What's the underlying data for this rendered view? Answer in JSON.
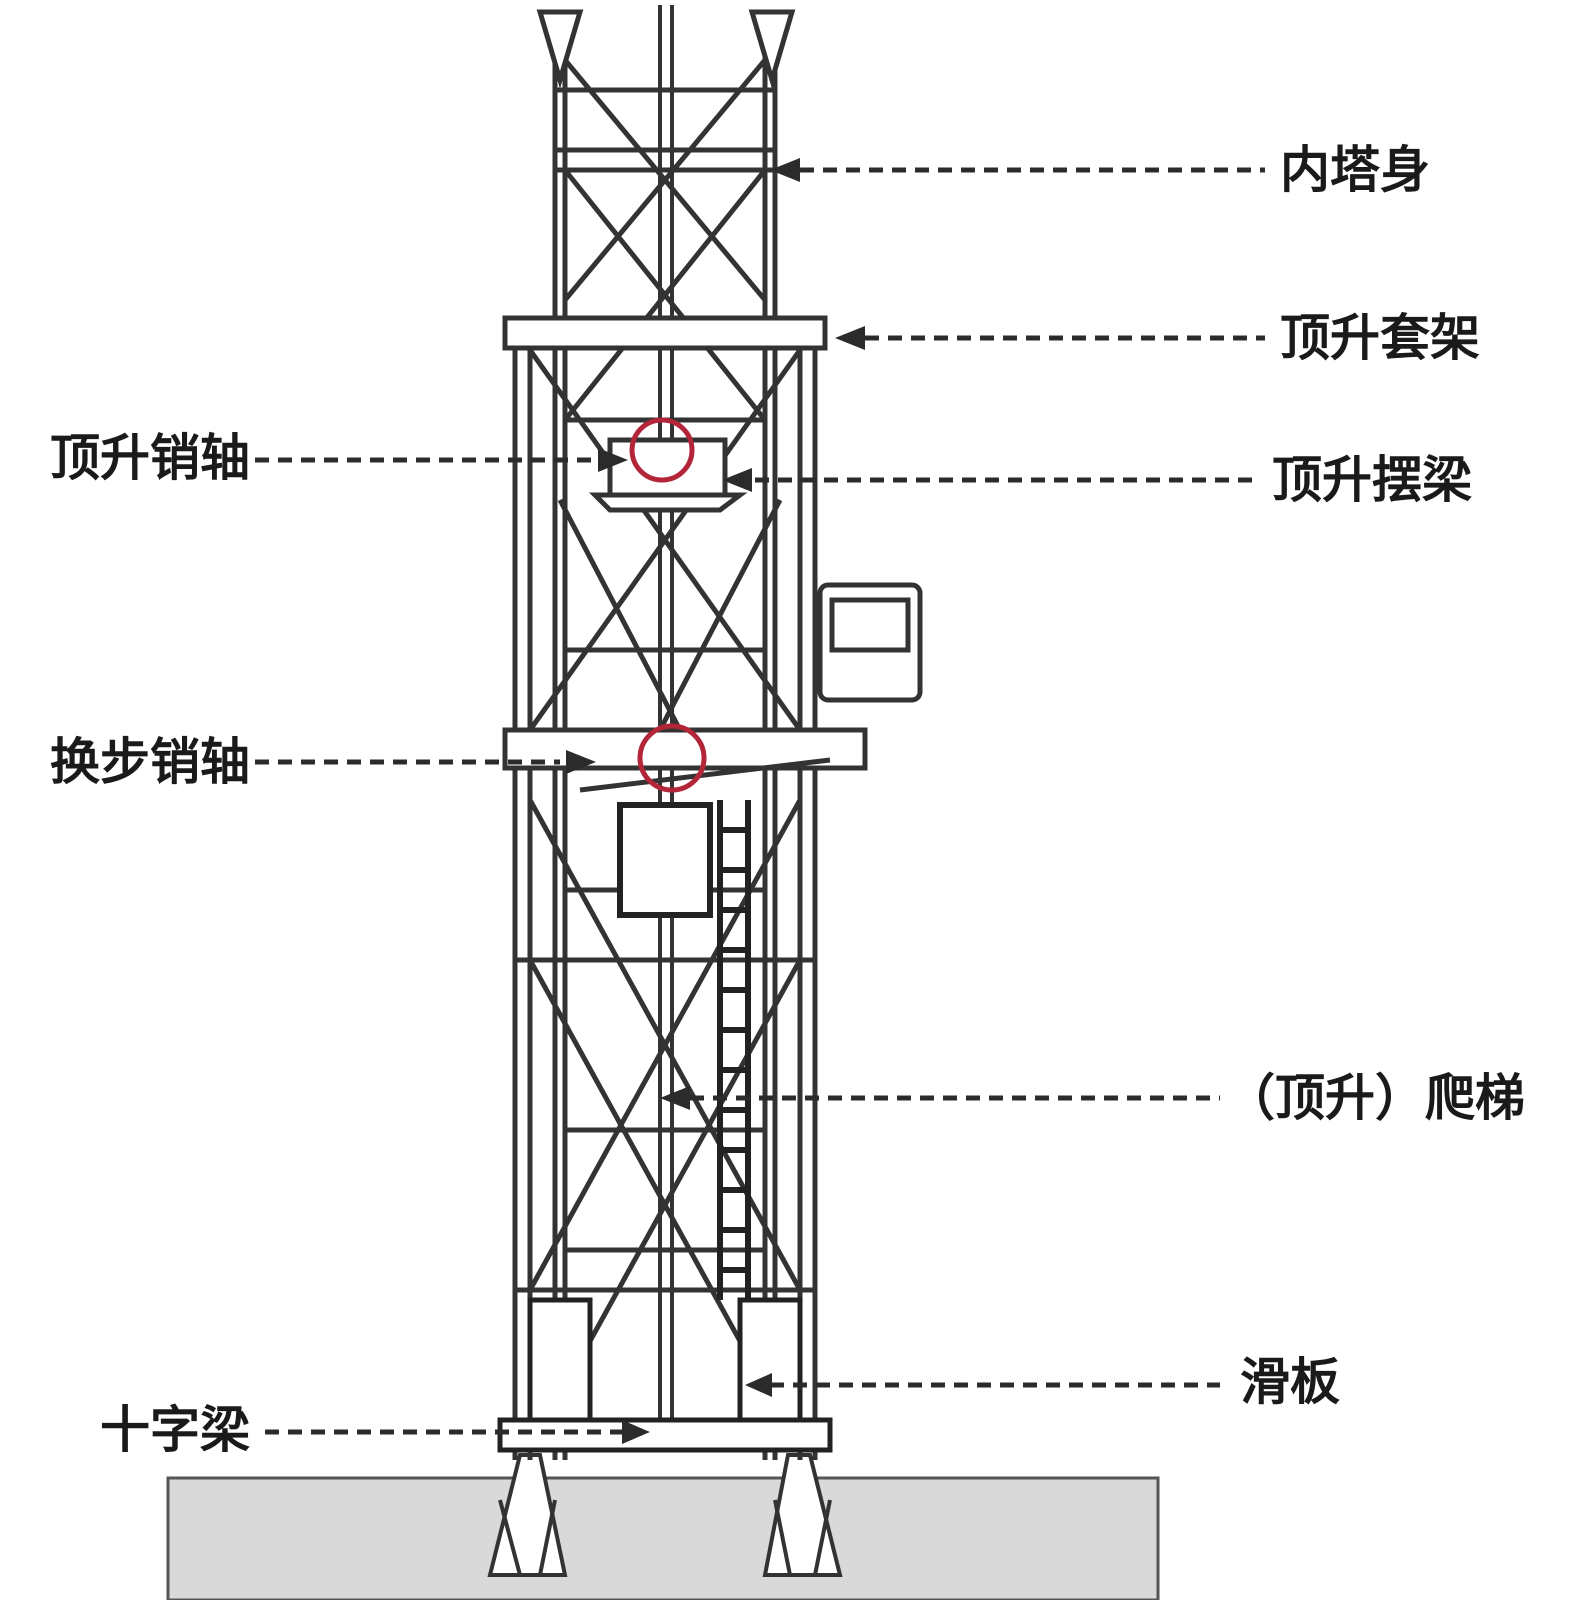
{
  "labels": {
    "inner_tower": "内塔身",
    "climbing_frame": "顶升套架",
    "jacking_pin": "顶升销轴",
    "jacking_beam": "顶升摆梁",
    "step_pin": "换步销轴",
    "ladder": "（顶升）爬梯",
    "slide_plate": "滑板",
    "cross_beam": "十字梁"
  },
  "colors": {
    "line": "#2b2b2b",
    "steel": "#4a4a4a",
    "highlight_circle": "#b3263a",
    "foundation_fill": "#d9d9d9",
    "background": "#ffffff"
  }
}
